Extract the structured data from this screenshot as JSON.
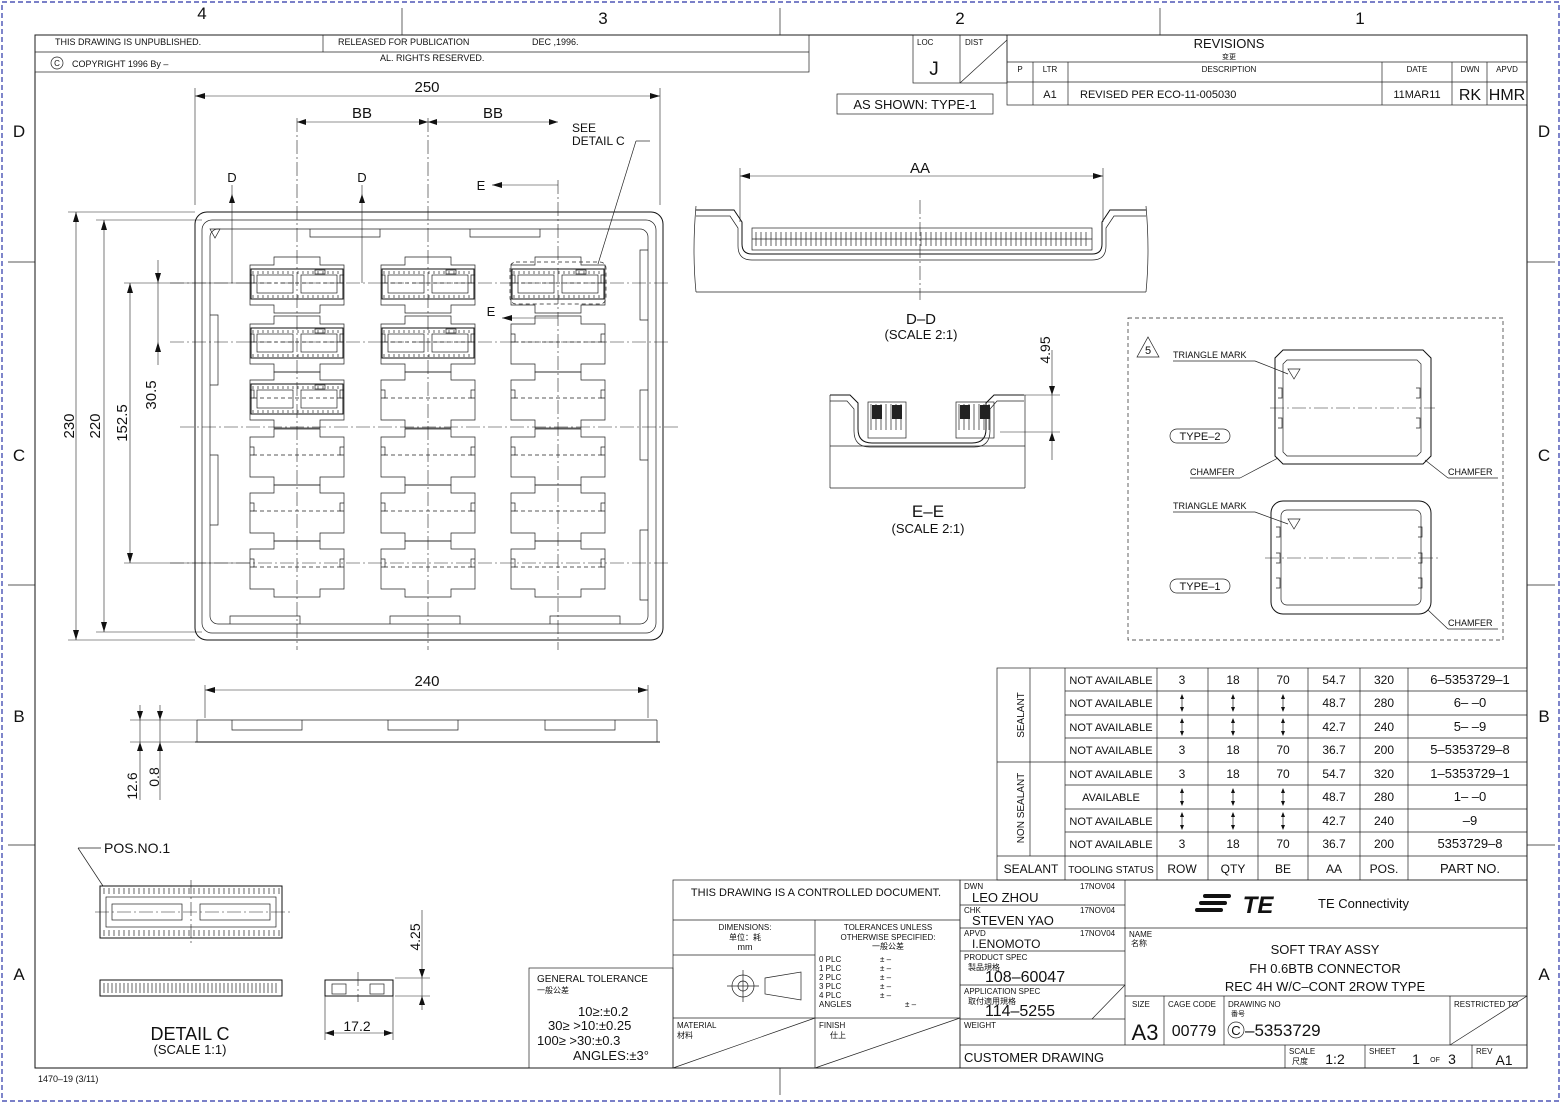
{
  "frame": {
    "zones_top": [
      "4",
      "3",
      "2",
      "1"
    ],
    "zones_side_left": [
      "D",
      "C",
      "B",
      "A"
    ],
    "zones_side_right": [
      "D",
      "C",
      "B",
      "A"
    ]
  },
  "publication": {
    "unpublished": "THIS DRAWING IS UNPUBLISHED.",
    "released": "RELEASED FOR PUBLICATION",
    "date": "DEC ,1996.",
    "copyright": "COPYRIGHT 1996 By –",
    "copyright_symbol": "C",
    "rights": "AL. RIGHTS RESERVED."
  },
  "loc_dist": {
    "loc_label": "LOC",
    "loc_value": "J",
    "dist_label": "DIST"
  },
  "revisions": {
    "title": "REVISIONS",
    "title_cn": "变更",
    "headers": [
      "P",
      "LTR",
      "DESCRIPTION",
      "DATE",
      "DWN",
      "APVD"
    ],
    "row": [
      "",
      "A1",
      "REVISED PER ECO-11-005030",
      "11MAR11",
      "RK",
      "HMR"
    ]
  },
  "as_shown": "AS SHOWN: TYPE-1",
  "tray_view": {
    "dim_250": "250",
    "dim_bb1": "BB",
    "dim_bb2": "BB",
    "see_detail_1": "SEE",
    "see_detail_2": "DETAIL C",
    "sec_d_left": "D",
    "sec_d_right": "D",
    "sec_e_top": "E",
    "sec_e_bottom": "E",
    "dim_230": "230",
    "dim_220": "220",
    "dim_1525": "152.5",
    "dim_305": "30.5",
    "dim_240": "240",
    "dim_126": "12.6",
    "dim_08": "0.8"
  },
  "section_dd": {
    "dim_aa": "AA",
    "label": "D–D",
    "scale": "(SCALE 2:1)"
  },
  "section_ee": {
    "dim_495": "4.95",
    "label": "E–E",
    "scale": "(SCALE 2:1)"
  },
  "type_box": {
    "note_num": "5",
    "triangle_mark_1": "TRIANGLE MARK",
    "triangle_mark_2": "TRIANGLE MARK",
    "type2": "TYPE–2",
    "type1": "TYPE–1",
    "chamfer_1": "CHAMFER",
    "chamfer_2": "CHAMFER",
    "chamfer_3": "CHAMFER"
  },
  "detail_c": {
    "pos_no": "POS.NO.1",
    "dim_425": "4.25",
    "dim_172": "17.2",
    "label": "DETAIL C",
    "scale": "(SCALE 1:1)"
  },
  "part_table": {
    "group_sealant": "SEALANT",
    "group_non_sealant": "NON SEALANT",
    "headers": [
      "SEALANT",
      "TOOLING STATUS",
      "ROW",
      "QTY",
      "BE",
      "AA",
      "POS.",
      "PART NO."
    ],
    "rows": [
      [
        "NOT AVAILABLE",
        "3",
        "18",
        "70",
        "54.7",
        "320",
        "6–5353729–1"
      ],
      [
        "NOT AVAILABLE",
        "",
        "",
        "",
        "48.7",
        "280",
        "6–          –0"
      ],
      [
        "NOT AVAILABLE",
        "",
        "",
        "",
        "42.7",
        "240",
        "5–          –9"
      ],
      [
        "NOT AVAILABLE",
        "3",
        "18",
        "70",
        "36.7",
        "200",
        "5–5353729–8"
      ],
      [
        "NOT AVAILABLE",
        "3",
        "18",
        "70",
        "54.7",
        "320",
        "1–5353729–1"
      ],
      [
        "AVAILABLE",
        "",
        "",
        "",
        "48.7",
        "280",
        "1–          –0"
      ],
      [
        "NOT AVAILABLE",
        "",
        "",
        "",
        "42.7",
        "240",
        "          –9"
      ],
      [
        "NOT AVAILABLE",
        "3",
        "18",
        "70",
        "36.7",
        "200",
        "5353729–8"
      ]
    ]
  },
  "general_tolerance": {
    "title": "GENERAL TOLERANCE",
    "title_cn": "一般公差",
    "line1": "10≥:±0.2",
    "line2": "30≥   >10:±0.25",
    "line3": "100≥   >30:±0.3",
    "line4": "ANGLES:±3°"
  },
  "controlled": {
    "title": "THIS DRAWING IS A CONTROLLED DOCUMENT.",
    "dimensions": "DIMENSIONS:",
    "dimensions_cn": "单位：耗",
    "dimensions_unit": "mm",
    "tolerances_1": "TOLERANCES UNLESS",
    "tolerances_2": "OTHERWISE SPECIFIED:",
    "tolerances_cn": "一般公差",
    "plc": [
      "0  PLC",
      "1  PLC",
      "2  PLC",
      "3  PLC",
      "4  PLC",
      "ANGLES"
    ],
    "plc_val": [
      "±  –",
      "±  –",
      "±  –",
      "±  –",
      "±  –",
      "±  –"
    ],
    "material": "MATERIAL",
    "material_cn": "材料",
    "finish": "FINISH",
    "finish_cn": "仕上"
  },
  "title_block": {
    "dwn_label": "DWN",
    "dwn_name": "LEO ZHOU",
    "dwn_date": "17NOV04",
    "chk_label": "CHK",
    "chk_name": "STEVEN YAO",
    "chk_date": "17NOV04",
    "apvd_label": "APVD",
    "apvd_name": "I.ENOMOTO",
    "apvd_date": "17NOV04",
    "product_spec_label": "PRODUCT SPEC",
    "product_spec_cn": "製品規格",
    "product_spec": "108–60047",
    "app_spec_label": "APPLICATION SPEC",
    "app_spec_cn": "取付適用規格",
    "app_spec": "114–5255",
    "weight_label": "WEIGHT",
    "customer": "CUSTOMER DRAWING",
    "company": "TE Connectivity",
    "logo_text": "TE",
    "name_label": "NAME",
    "name_cn": "名称",
    "name_1": "SOFT TRAY ASSY",
    "name_2": "FH 0.6BTB CONNECTOR",
    "name_3": "REC 4H W/C–CONT 2ROW TYPE",
    "size_label": "SIZE",
    "size": "A3",
    "cage_label": "CAGE CODE",
    "cage": "00779",
    "dwg_label": "DRAWING NO",
    "dwg_cn": "番号",
    "dwg_prefix": "C",
    "dwg_no": "–5353729",
    "restricted": "RESTRICTED TO",
    "scale_label": "SCALE",
    "scale_cn": "尺度",
    "scale": "1:2",
    "sheet_label": "SHEET",
    "sheet": "1",
    "sheet_of": "OF",
    "sheet_total": "3",
    "rev_label": "REV",
    "rev": "A1"
  },
  "form_no": "1470–19  (3/11)"
}
